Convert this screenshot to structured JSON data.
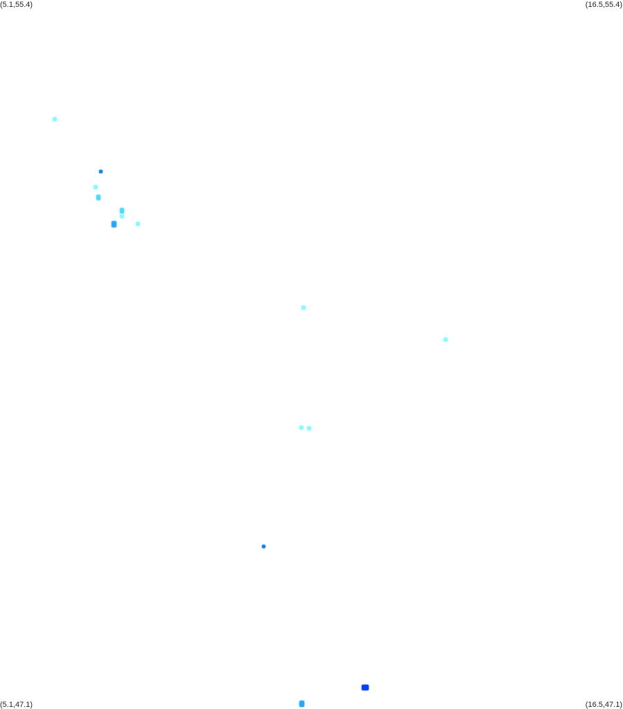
{
  "corners": {
    "top_left": "(5.1,55.4)",
    "top_right": "(16.5,55.4)",
    "bottom_left": "(5.1,47.1)",
    "bottom_right": "(16.5,47.1)"
  },
  "bounds": {
    "lon_min": 5.1,
    "lon_max": 16.5,
    "lat_min": 47.1,
    "lat_max": 55.4
  },
  "palette": {
    "pale": "#8ff8ff",
    "light": "#55d8ff",
    "medium": "#28a8f5",
    "strong": "#1a84e0",
    "deep": "#0a40e8"
  },
  "spots": [
    {
      "lon": 6.1,
      "lat": 54.0,
      "level": "pale"
    },
    {
      "lon": 6.95,
      "lat": 53.39,
      "level": "strong"
    },
    {
      "lon": 6.85,
      "lat": 53.2,
      "level": "pale"
    },
    {
      "lon": 6.9,
      "lat": 53.08,
      "level": "light"
    },
    {
      "lon": 7.33,
      "lat": 52.93,
      "level": "light"
    },
    {
      "lon": 7.33,
      "lat": 52.86,
      "level": "pale"
    },
    {
      "lon": 7.18,
      "lat": 52.77,
      "level": "medium"
    },
    {
      "lon": 7.62,
      "lat": 52.77,
      "level": "pale"
    },
    {
      "lon": 10.66,
      "lat": 51.79,
      "level": "pale"
    },
    {
      "lon": 13.26,
      "lat": 51.41,
      "level": "pale"
    },
    {
      "lon": 10.61,
      "lat": 50.38,
      "level": "pale"
    },
    {
      "lon": 10.76,
      "lat": 50.37,
      "level": "pale"
    },
    {
      "lon": 9.92,
      "lat": 48.98,
      "level": "strong"
    },
    {
      "lon": 11.78,
      "lat": 47.33,
      "level": "deep"
    },
    {
      "lon": 10.62,
      "lat": 47.12,
      "level": "medium"
    }
  ]
}
